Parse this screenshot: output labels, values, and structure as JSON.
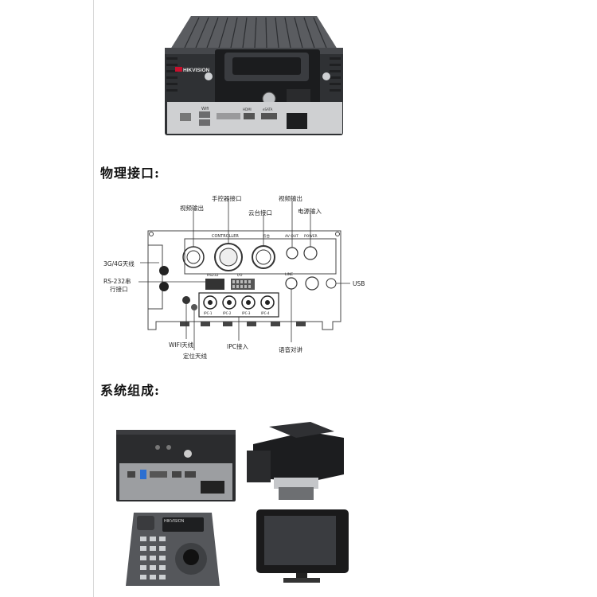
{
  "product": {
    "brand_logo": "HIKVISION",
    "panel_labels": [
      "Wifi",
      "HDMI",
      "eSATA"
    ]
  },
  "sections": {
    "interfaces_title": "物理接口:",
    "system_title": "系统组成:"
  },
  "diagram": {
    "labels": {
      "video_out_1": "视频输出",
      "controller_port": "手控器接口",
      "ptz_port": "云台接口",
      "video_out_2": "视频输出",
      "power_in": "电源输入",
      "antenna_3g4g": "3G/4G天线",
      "rs232_line1": "RS-232串",
      "rs232_line2": "行接口",
      "usb": "USB",
      "wifi_antenna": "WIFI天线",
      "gps_antenna": "定位天线",
      "ipc_in": "IPC接入",
      "voice_intercom": "语音对讲"
    },
    "panel_text": {
      "controller": "CONTROLLER",
      "power": "POWER",
      "rs232": "RS232",
      "io": "I/O",
      "line": "LINE",
      "av_out": "AV OUT",
      "ptz": "云台",
      "ipc": [
        "IPC-1",
        "IPC-2",
        "IPC-3",
        "IPC-4"
      ]
    }
  }
}
